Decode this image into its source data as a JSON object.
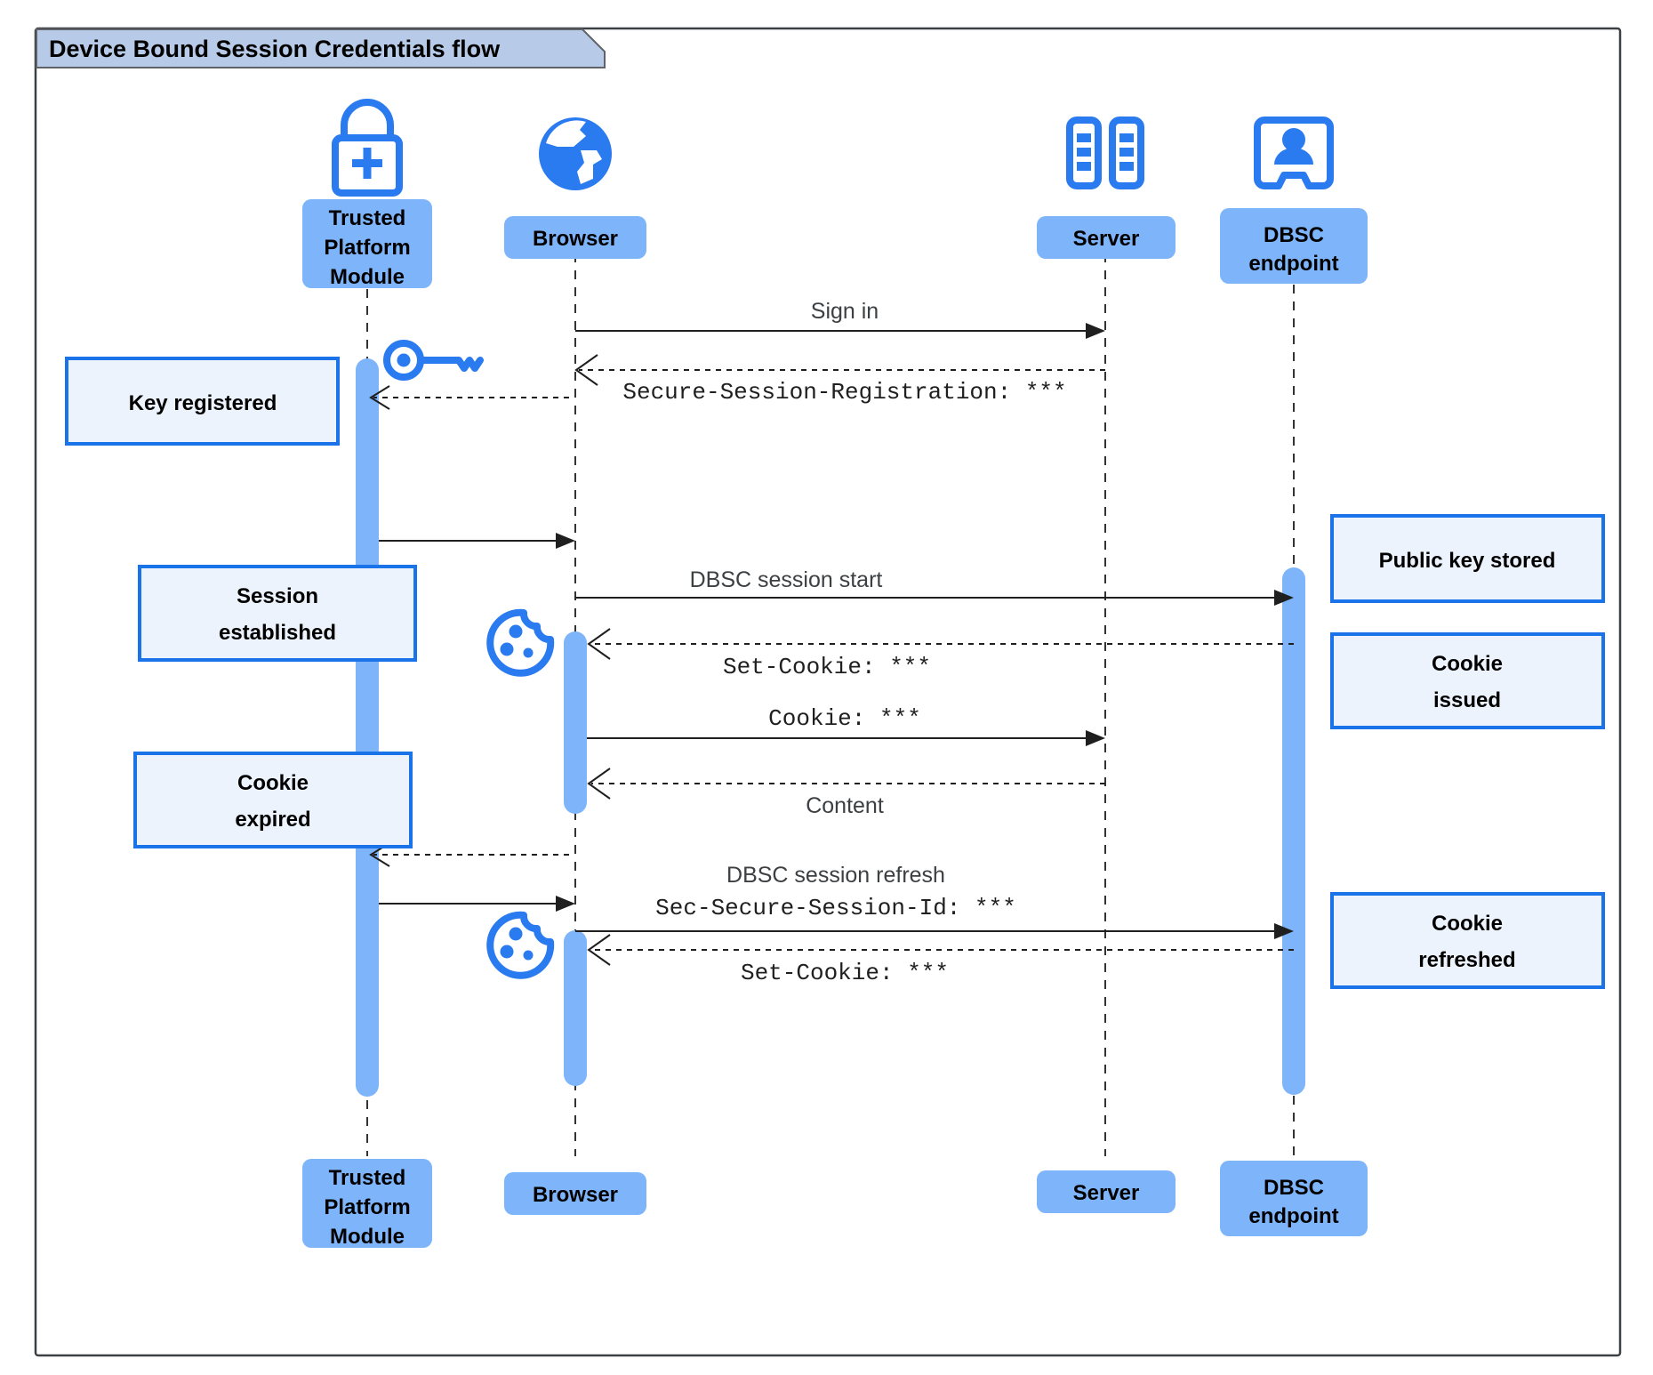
{
  "frame": {
    "title": "Device Bound Session Credentials flow",
    "border_color": "#3c4043",
    "tab_fill": "#b7cbe8"
  },
  "colors": {
    "participant_fill": "#7eb4fa",
    "activation_fill": "#7eb4fa",
    "note_fill": "#edf3fd",
    "note_border": "#1a73e8",
    "icon_blue": "#2a7af0",
    "line": "#1f1f1f"
  },
  "participants": [
    {
      "id": "tpm",
      "label_line1": "Trusted",
      "label_line2": "Platform",
      "label_line3": "Module",
      "icon": "padlock-plus-icon"
    },
    {
      "id": "browser",
      "label_line1": "Browser",
      "icon": "globe-icon"
    },
    {
      "id": "server",
      "label_line1": "Server",
      "icon": "server-racks-icon"
    },
    {
      "id": "dbsc",
      "label_line1": "DBSC",
      "label_line2": "endpoint",
      "icon": "id-badge-person-icon"
    }
  ],
  "messages": [
    {
      "id": "m1",
      "text": "Sign in",
      "style": "sans",
      "from": "browser",
      "to": "server",
      "line": "solid"
    },
    {
      "id": "m2",
      "text": "Secure-Session-Registration: ***",
      "style": "mono",
      "from": "server",
      "to": "browser",
      "line": "dashed"
    },
    {
      "id": "m3",
      "text": "",
      "style": "none",
      "from": "tpm",
      "to": "browser",
      "line": "solid"
    },
    {
      "id": "m4",
      "text": "DBSC session start",
      "style": "sans",
      "from": "browser",
      "to": "dbsc",
      "line": "solid"
    },
    {
      "id": "m5",
      "text": "Set-Cookie: ***",
      "style": "mono",
      "from": "dbsc",
      "to": "browser",
      "line": "dashed"
    },
    {
      "id": "m6",
      "text": "Cookie: ***",
      "style": "mono",
      "from": "browser",
      "to": "server",
      "line": "solid"
    },
    {
      "id": "m7",
      "text": "Content",
      "style": "sans",
      "from": "server",
      "to": "browser",
      "line": "dashed"
    },
    {
      "id": "m8",
      "text": "",
      "style": "none",
      "from": "browser",
      "to": "tpm",
      "line": "dashed"
    },
    {
      "id": "m9",
      "text": "DBSC session refresh",
      "style": "sans",
      "from": "tpm",
      "to": "browser",
      "line": "solid"
    },
    {
      "id": "m10",
      "text": "Sec-Secure-Session-Id: ***",
      "style": "mono",
      "from": "browser",
      "to": "dbsc",
      "line": "solid"
    },
    {
      "id": "m11",
      "text": "Set-Cookie: ***",
      "style": "mono",
      "from": "dbsc",
      "to": "browser",
      "line": "dashed"
    }
  ],
  "notes": [
    {
      "id": "n1",
      "side": "left",
      "line1": "Key registered",
      "line2": ""
    },
    {
      "id": "n2",
      "side": "left",
      "line1": "Session",
      "line2": "established"
    },
    {
      "id": "n3",
      "side": "left",
      "line1": "Cookie",
      "line2": "expired"
    },
    {
      "id": "n4",
      "side": "right",
      "line1": "Public key stored",
      "line2": ""
    },
    {
      "id": "n5",
      "side": "right",
      "line1": "Cookie",
      "line2": "issued"
    },
    {
      "id": "n6",
      "side": "right",
      "line1": "Cookie",
      "line2": "refreshed"
    }
  ],
  "inline_icons": [
    {
      "id": "key1",
      "name": "key-icon"
    },
    {
      "id": "cookie1",
      "name": "cookie-icon"
    },
    {
      "id": "cookie2",
      "name": "cookie-icon"
    }
  ]
}
